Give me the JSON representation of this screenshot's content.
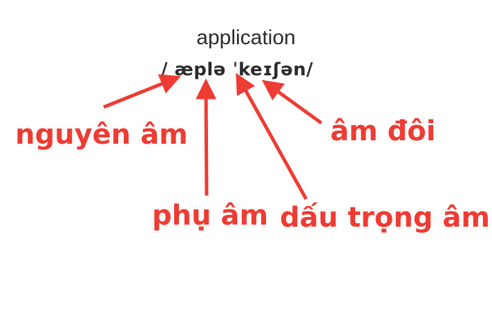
{
  "word": "application",
  "ipa": "/ æplə ˈkeɪʃən/",
  "accent_color": "#ee3b33",
  "labels": {
    "vowel": "nguyên âm",
    "consonant": "phụ âm",
    "stress_mark": "dấu trọng âm",
    "diphthong": "âm đôi"
  }
}
